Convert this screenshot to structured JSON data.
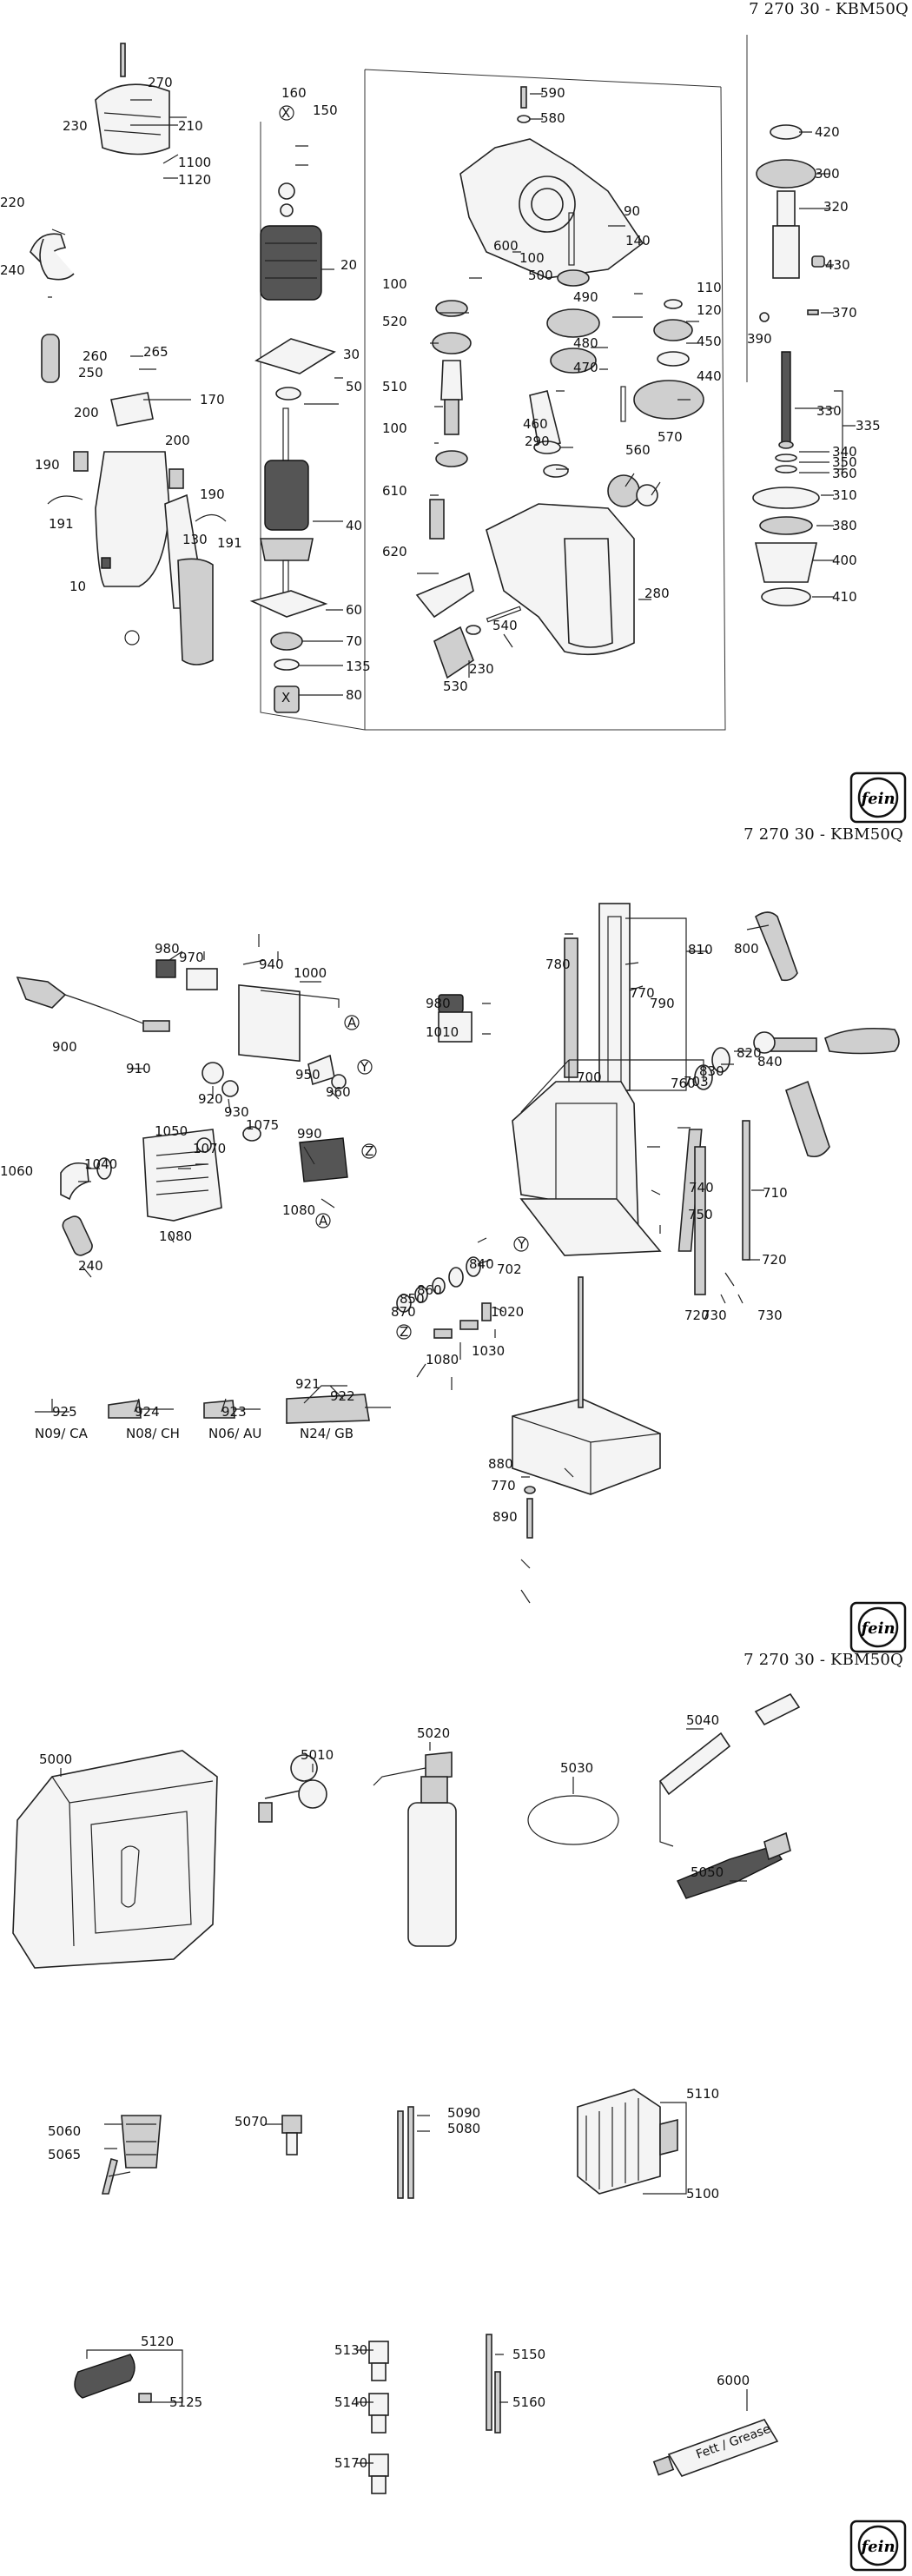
{
  "headers": [
    "7 270 30 - KBM50Q",
    "7 270 30 - KBM50Q",
    "7 270 30 - KBM50Q"
  ],
  "logo": {
    "text": "fein"
  },
  "sheet1": {
    "labels": [
      "270",
      "230",
      "210",
      "1100",
      "1120",
      "220",
      "240",
      "260",
      "265",
      "250",
      "170",
      "200",
      "200",
      "190",
      "190",
      "191",
      "130",
      "191",
      "10",
      "X",
      "160",
      "150",
      "20",
      "30",
      "50",
      "40",
      "60",
      "70",
      "135",
      "80",
      "X",
      "590",
      "580",
      "90",
      "600",
      "100",
      "140",
      "500",
      "110",
      "100",
      "490",
      "120",
      "520",
      "480",
      "450",
      "510",
      "470",
      "440",
      "100",
      "460",
      "290",
      "610",
      "560",
      "570",
      "620",
      "280",
      "540",
      "230",
      "530",
      "420",
      "300",
      "320",
      "430",
      "370",
      "390",
      "330",
      "335",
      "340",
      "350",
      "360",
      "310",
      "380",
      "400",
      "410"
    ]
  },
  "sheet2": {
    "labels": [
      "980",
      "970",
      "940",
      "1000",
      "900",
      "910",
      "920",
      "930",
      "A",
      "950",
      "960",
      "Y",
      "1075",
      "990",
      "Z",
      "1060",
      "1040",
      "1050",
      "1070",
      "240",
      "1080",
      "A",
      "1080",
      "925",
      "N09/ CA",
      "924",
      "N08/ CH",
      "923",
      "N06/ AU",
      "921",
      "922",
      "N24/ GB",
      "1020",
      "1030",
      "1080",
      "870",
      "850",
      "860",
      "840",
      "Z",
      "810",
      "800",
      "780",
      "770",
      "790",
      "980",
      "1010",
      "840",
      "820",
      "830",
      "703",
      "700",
      "760",
      "702",
      "Y",
      "740",
      "750",
      "710",
      "720",
      "720",
      "730",
      "730",
      "880",
      "770",
      "890"
    ]
  },
  "sheet3": {
    "labels": [
      "5000",
      "5010",
      "5020",
      "5030",
      "5040",
      "5050",
      "5060",
      "5065",
      "5070",
      "5090",
      "5080",
      "5110",
      "5100",
      "5120",
      "5125",
      "5130",
      "5140",
      "5170",
      "5150",
      "5160",
      "6000"
    ],
    "tube_text": "Fett / Grease"
  }
}
